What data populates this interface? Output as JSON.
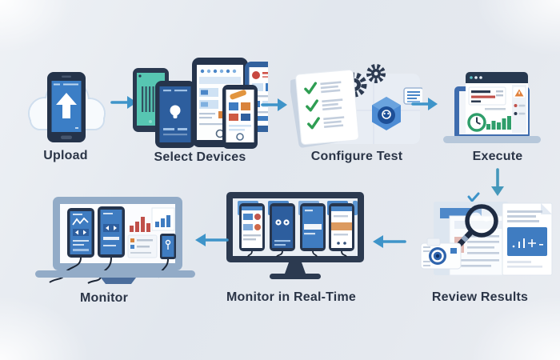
{
  "palette": {
    "background_light": "#eef1f5",
    "background_dark": "#e2e7ee",
    "label_text": "#2b3547",
    "arrow_blue": "#3e94c9",
    "arrow_down_teal": "#4598bb",
    "device_navy": "#25344c",
    "screen_blue": "#3f7cc1",
    "screen_dark_blue": "#2d5e9e",
    "teal_screen": "#57c6b2",
    "check_green": "#2f9e53",
    "chart_green": "#2f9e6b",
    "warning_orange": "#e0813c",
    "alert_red": "#c0504a",
    "panel_gray_blue": "#e8edf4",
    "laptop_gray_blue": "#92abc7"
  },
  "steps": [
    {
      "id": "upload",
      "label": "Upload",
      "icon": "cloud-upload-phone-icon"
    },
    {
      "id": "select-devices",
      "label": "Select Devices",
      "icon": "device-group-icon"
    },
    {
      "id": "configure-test",
      "label": "Configure Test",
      "icon": "checklist-gears-badge-icon"
    },
    {
      "id": "execute",
      "label": "Execute",
      "icon": "laptop-dashboard-icon"
    },
    {
      "id": "review-results",
      "label": "Review Results",
      "icon": "documents-magnifier-camera-icon"
    },
    {
      "id": "monitor-realtime",
      "label": "Monitor in Real-Time",
      "icon": "monitor-connected-phones-icon"
    },
    {
      "id": "monitor",
      "label": "Monitor",
      "icon": "laptop-connected-devices-icon"
    }
  ],
  "arrows": [
    {
      "from": "upload",
      "to": "select-devices",
      "direction": "right"
    },
    {
      "from": "select-devices",
      "to": "configure-test",
      "direction": "right"
    },
    {
      "from": "configure-test",
      "to": "execute",
      "direction": "right"
    },
    {
      "from": "execute",
      "to": "review-results",
      "direction": "down"
    },
    {
      "from": "review-results",
      "to": "monitor-realtime",
      "direction": "left"
    },
    {
      "from": "monitor-realtime",
      "to": "monitor",
      "direction": "left"
    }
  ]
}
